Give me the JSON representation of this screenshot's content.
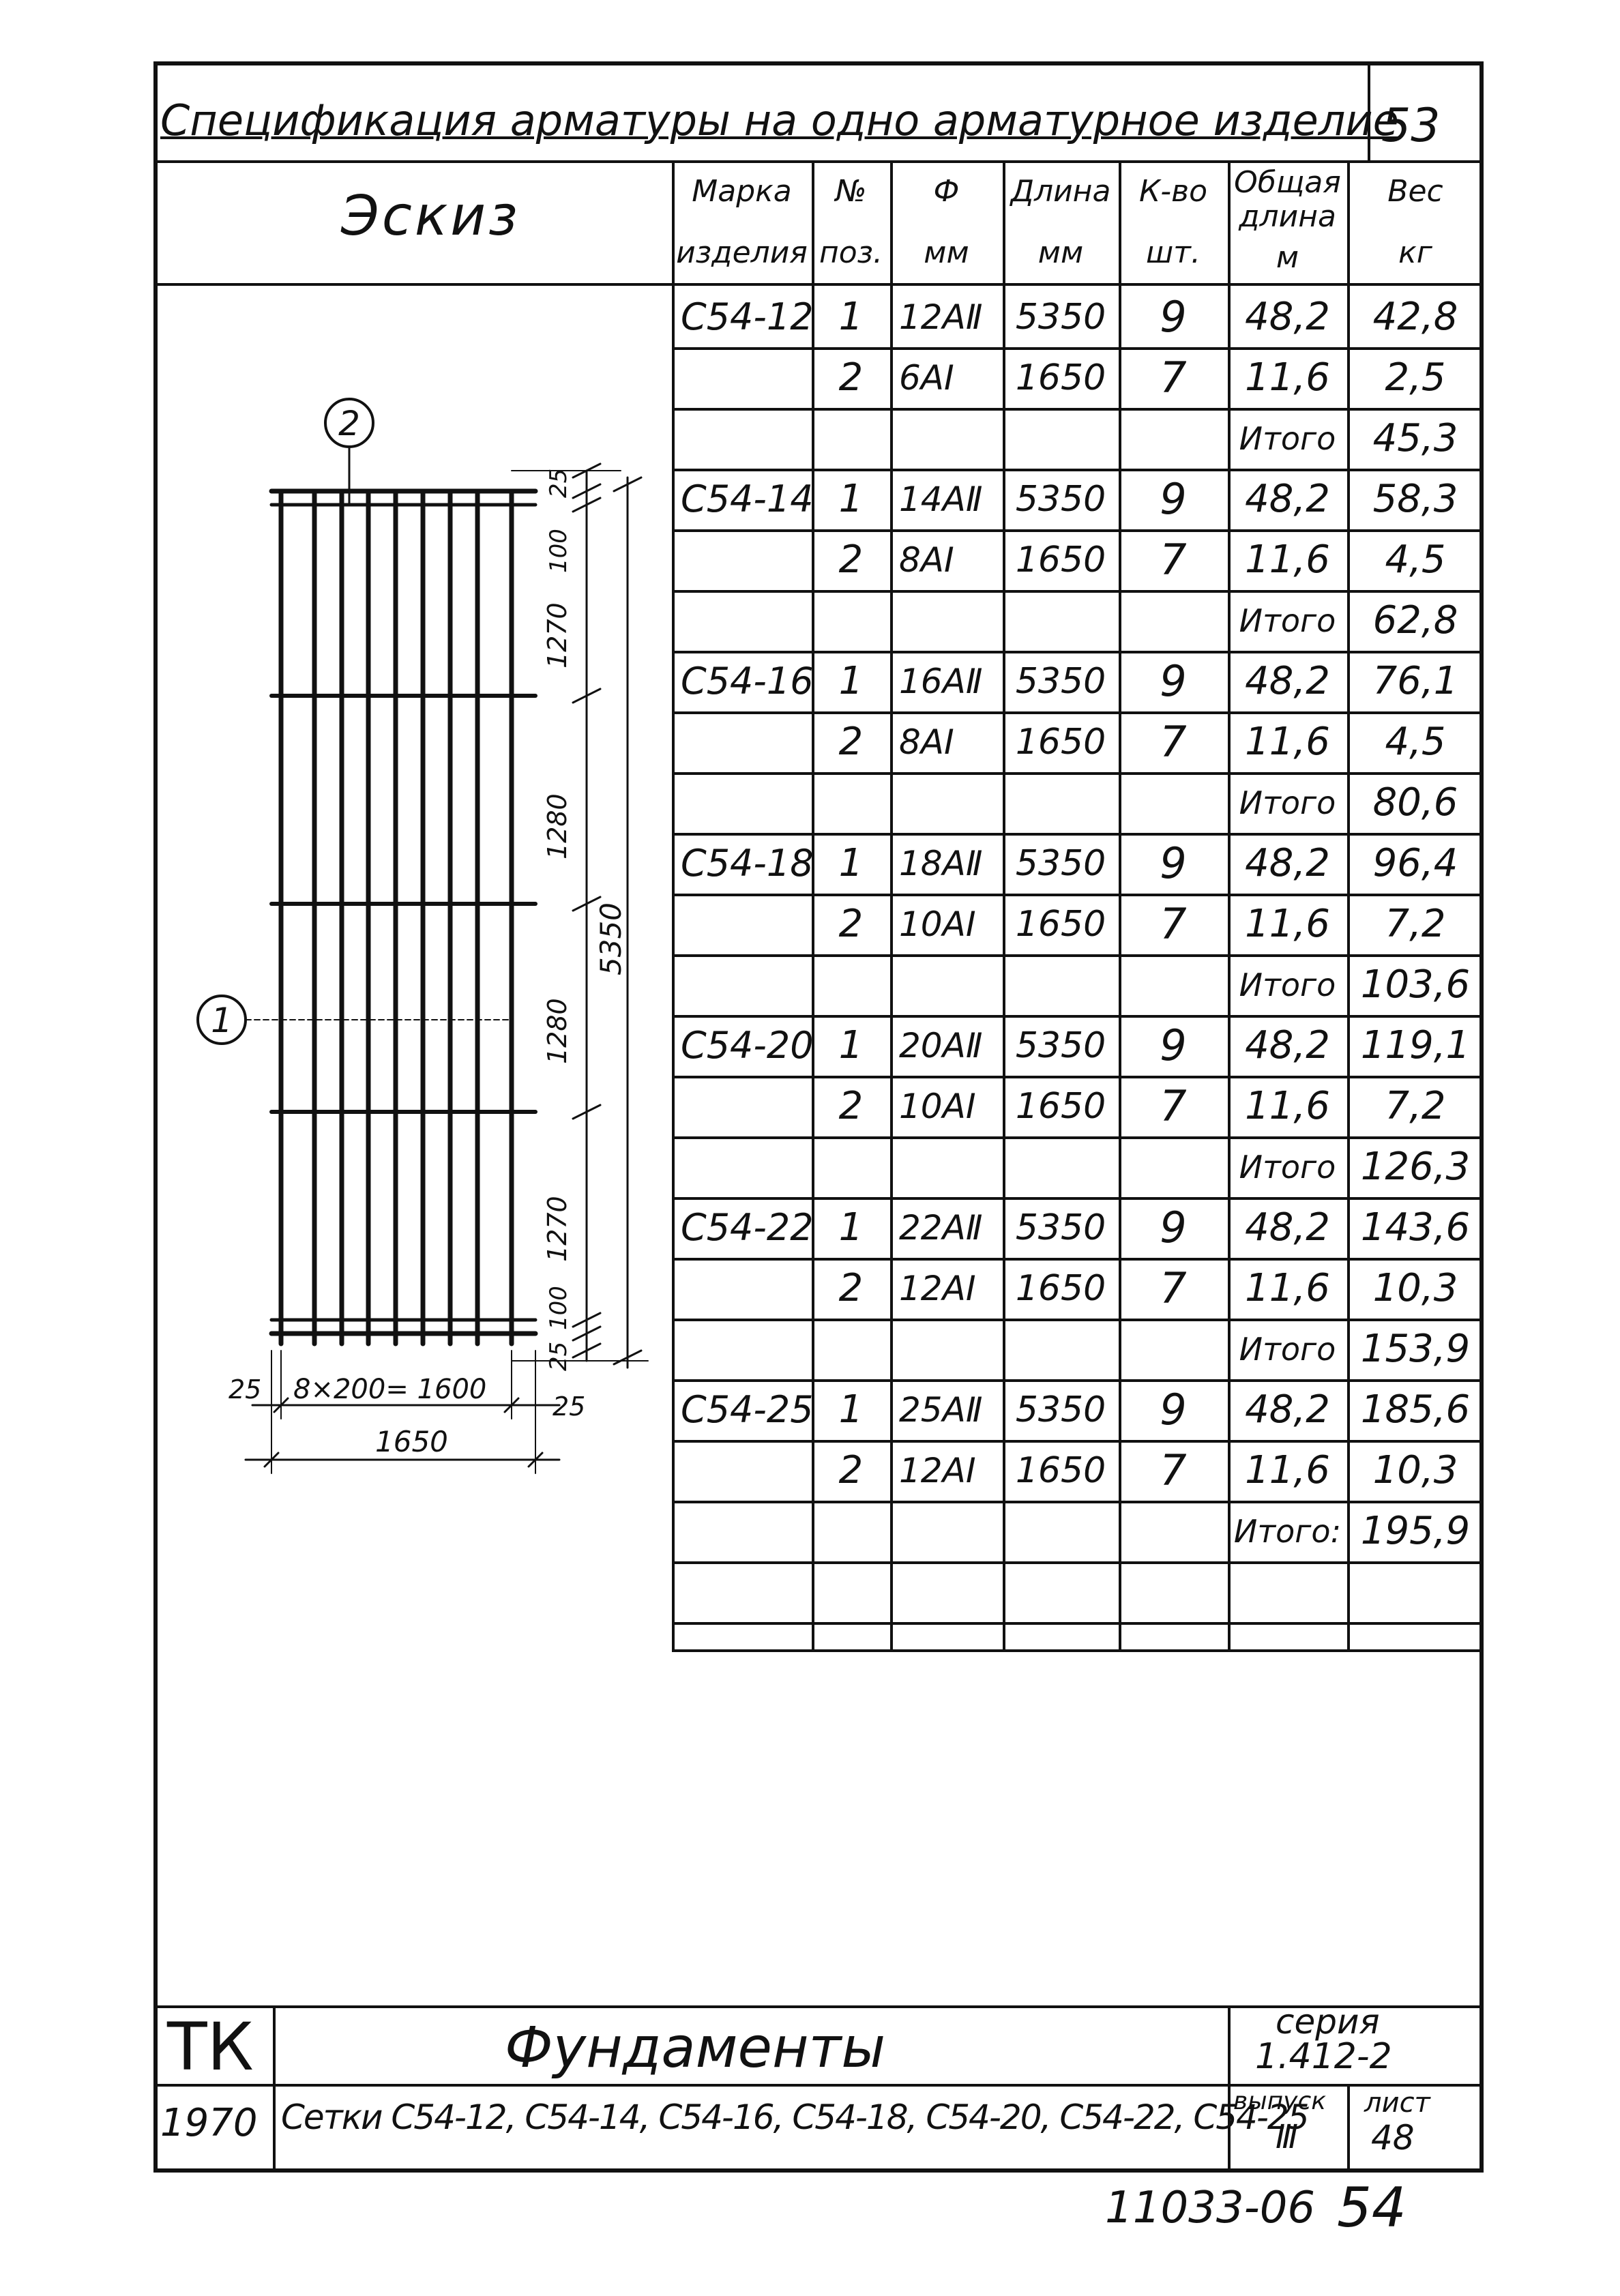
{
  "header": {
    "title": "Спецификация арматуры на одно арматурное изделие",
    "sheet_number": "53"
  },
  "columns": {
    "sketch": "Эскиз",
    "mark": [
      "Марка",
      "изделия"
    ],
    "pos": [
      "№",
      "поз."
    ],
    "diameter": [
      "Ф",
      "мм"
    ],
    "length": [
      "Длина",
      "мм"
    ],
    "qty": [
      "К-во",
      "шт."
    ],
    "total": [
      "Общая",
      "длина",
      "м"
    ],
    "weight": [
      "Вес",
      "кг"
    ]
  },
  "groups": [
    {
      "mark": "С54-12",
      "rows": [
        {
          "pos": "1",
          "d": "12АⅡ",
          "len": "5350",
          "qty": "9",
          "total": "48,2",
          "w": "42,8"
        },
        {
          "pos": "2",
          "d": "6АⅠ",
          "len": "1650",
          "qty": "7",
          "total": "11,6",
          "w": "2,5"
        }
      ],
      "itogo": "Итого",
      "sum": "45,3"
    },
    {
      "mark": "С54-14",
      "rows": [
        {
          "pos": "1",
          "d": "14АⅡ",
          "len": "5350",
          "qty": "9",
          "total": "48,2",
          "w": "58,3"
        },
        {
          "pos": "2",
          "d": "8АⅠ",
          "len": "1650",
          "qty": "7",
          "total": "11,6",
          "w": "4,5"
        }
      ],
      "itogo": "Итого",
      "sum": "62,8"
    },
    {
      "mark": "С54-16",
      "rows": [
        {
          "pos": "1",
          "d": "16АⅡ",
          "len": "5350",
          "qty": "9",
          "total": "48,2",
          "w": "76,1"
        },
        {
          "pos": "2",
          "d": "8АⅠ",
          "len": "1650",
          "qty": "7",
          "total": "11,6",
          "w": "4,5"
        }
      ],
      "itogo": "Итого",
      "sum": "80,6"
    },
    {
      "mark": "С54-18",
      "rows": [
        {
          "pos": "1",
          "d": "18АⅡ",
          "len": "5350",
          "qty": "9",
          "total": "48,2",
          "w": "96,4"
        },
        {
          "pos": "2",
          "d": "10АⅠ",
          "len": "1650",
          "qty": "7",
          "total": "11,6",
          "w": "7,2"
        }
      ],
      "itogo": "Итого",
      "sum": "103,6"
    },
    {
      "mark": "С54-20",
      "rows": [
        {
          "pos": "1",
          "d": "20АⅡ",
          "len": "5350",
          "qty": "9",
          "total": "48,2",
          "w": "119,1"
        },
        {
          "pos": "2",
          "d": "10АⅠ",
          "len": "1650",
          "qty": "7",
          "total": "11,6",
          "w": "7,2"
        }
      ],
      "itogo": "Итого",
      "sum": "126,3"
    },
    {
      "mark": "С54-22",
      "rows": [
        {
          "pos": "1",
          "d": "22АⅡ",
          "len": "5350",
          "qty": "9",
          "total": "48,2",
          "w": "143,6"
        },
        {
          "pos": "2",
          "d": "12АⅠ",
          "len": "1650",
          "qty": "7",
          "total": "11,6",
          "w": "10,3"
        }
      ],
      "itogo": "Итого",
      "sum": "153,9"
    },
    {
      "mark": "С54-25",
      "rows": [
        {
          "pos": "1",
          "d": "25АⅡ",
          "len": "5350",
          "qty": "9",
          "total": "48,2",
          "w": "185,6"
        },
        {
          "pos": "2",
          "d": "12АⅠ",
          "len": "1650",
          "qty": "7",
          "total": "11,6",
          "w": "10,3"
        }
      ],
      "itogo": "Итого:",
      "sum": "195,9"
    }
  ],
  "sketch": {
    "pos1": "1",
    "pos2": "2",
    "dim_top": "25",
    "dim_100a": "100",
    "dim_1270a": "1270",
    "dim_1280a": "1280",
    "dim_1280b": "1280",
    "dim_1270b": "1270",
    "dim_100b": "100",
    "dim_bottom": "25",
    "dim_overall": "5350",
    "dim_left": "25",
    "dim_spacing": "8×200= 1600",
    "dim_right": "25",
    "dim_width": "1650"
  },
  "footer": {
    "tk": "ТК",
    "title": "Фундаменты",
    "series_label": "серия",
    "series": "1.412-2",
    "year": "1970",
    "subtitle": "Сетки С54-12, С54-14, С54-16, С54-18, С54-20, С54-22, С54-25",
    "issue_label": "выпуск",
    "issue": "Ⅲ",
    "sheet_label": "лист",
    "sheet": "48"
  },
  "stamp": "11033-06",
  "page_number": "54"
}
